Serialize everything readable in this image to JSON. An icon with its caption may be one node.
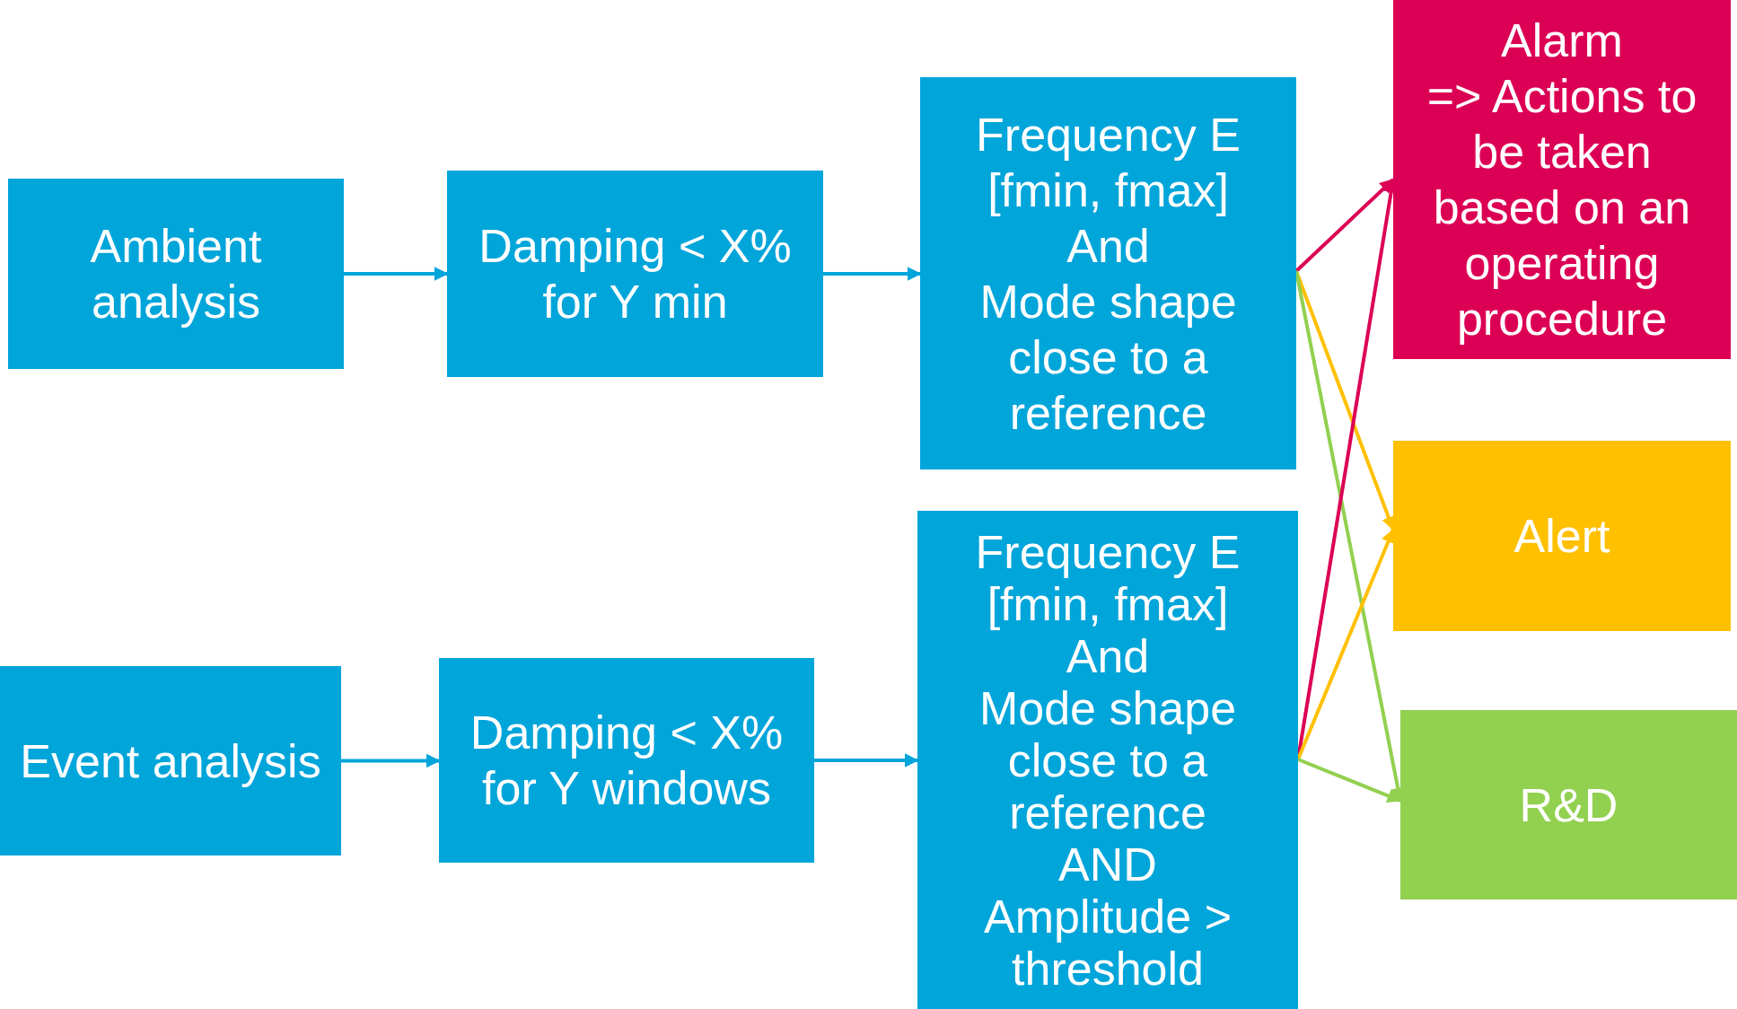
{
  "diagram": {
    "nodes": [
      {
        "text": [
          "Ambient analysis"
        ]
      },
      {
        "text": [
          "Damping < X% for Y min"
        ]
      },
      {
        "text": [
          "Frequency E [fmin, fmax]",
          "And",
          "Mode shape close to a reference"
        ]
      },
      {
        "text": [
          "Alarm",
          "=> Actions to be taken based on an operating procedure"
        ]
      },
      {
        "text": [
          "Alert"
        ]
      },
      {
        "text": [
          "Event analysis"
        ]
      },
      {
        "text": [
          "Damping < X% for Y windows"
        ]
      },
      {
        "text": [
          "Frequency E [fmin, fmax]",
          "And",
          "Mode shape close to a reference",
          "AND",
          "Amplitude > threshold"
        ]
      },
      {
        "text": [
          "R&D"
        ]
      }
    ],
    "edges": [
      {
        "from": 0,
        "to": 1,
        "arrow": "to"
      },
      {
        "from": 1,
        "to": 2,
        "arrow": "to"
      },
      {
        "from": 5,
        "to": 6,
        "arrow": "to"
      },
      {
        "from": 6,
        "to": 7,
        "arrow": "to"
      },
      {
        "from": 2,
        "to": 3,
        "arrow": "to",
        "color": "#dc0055"
      },
      {
        "from": 2,
        "to": 4,
        "arrow": "to",
        "color": "#ffc000"
      },
      {
        "from": 2,
        "to": 8,
        "arrow": "to",
        "color": "#92d050"
      },
      {
        "from": 7,
        "to": 3,
        "arrow": "to",
        "color": "#dc0055"
      },
      {
        "from": 7,
        "to": 4,
        "arrow": "to",
        "color": "#ffc000"
      },
      {
        "from": 7,
        "to": 8,
        "arrow": "to",
        "color": "#92d050"
      }
    ]
  }
}
